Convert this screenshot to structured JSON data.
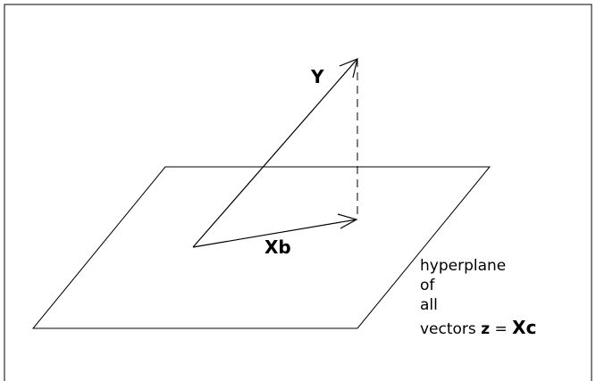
{
  "diagram": {
    "vector_y_label": "Y",
    "vector_xb_label": "Xb",
    "caption_lines": [
      "hyperplane",
      "of",
      "all"
    ],
    "caption_last_prefix": "vectors ",
    "caption_last_z": "z",
    "caption_last_eq": " = ",
    "caption_last_xc": "Xc"
  }
}
